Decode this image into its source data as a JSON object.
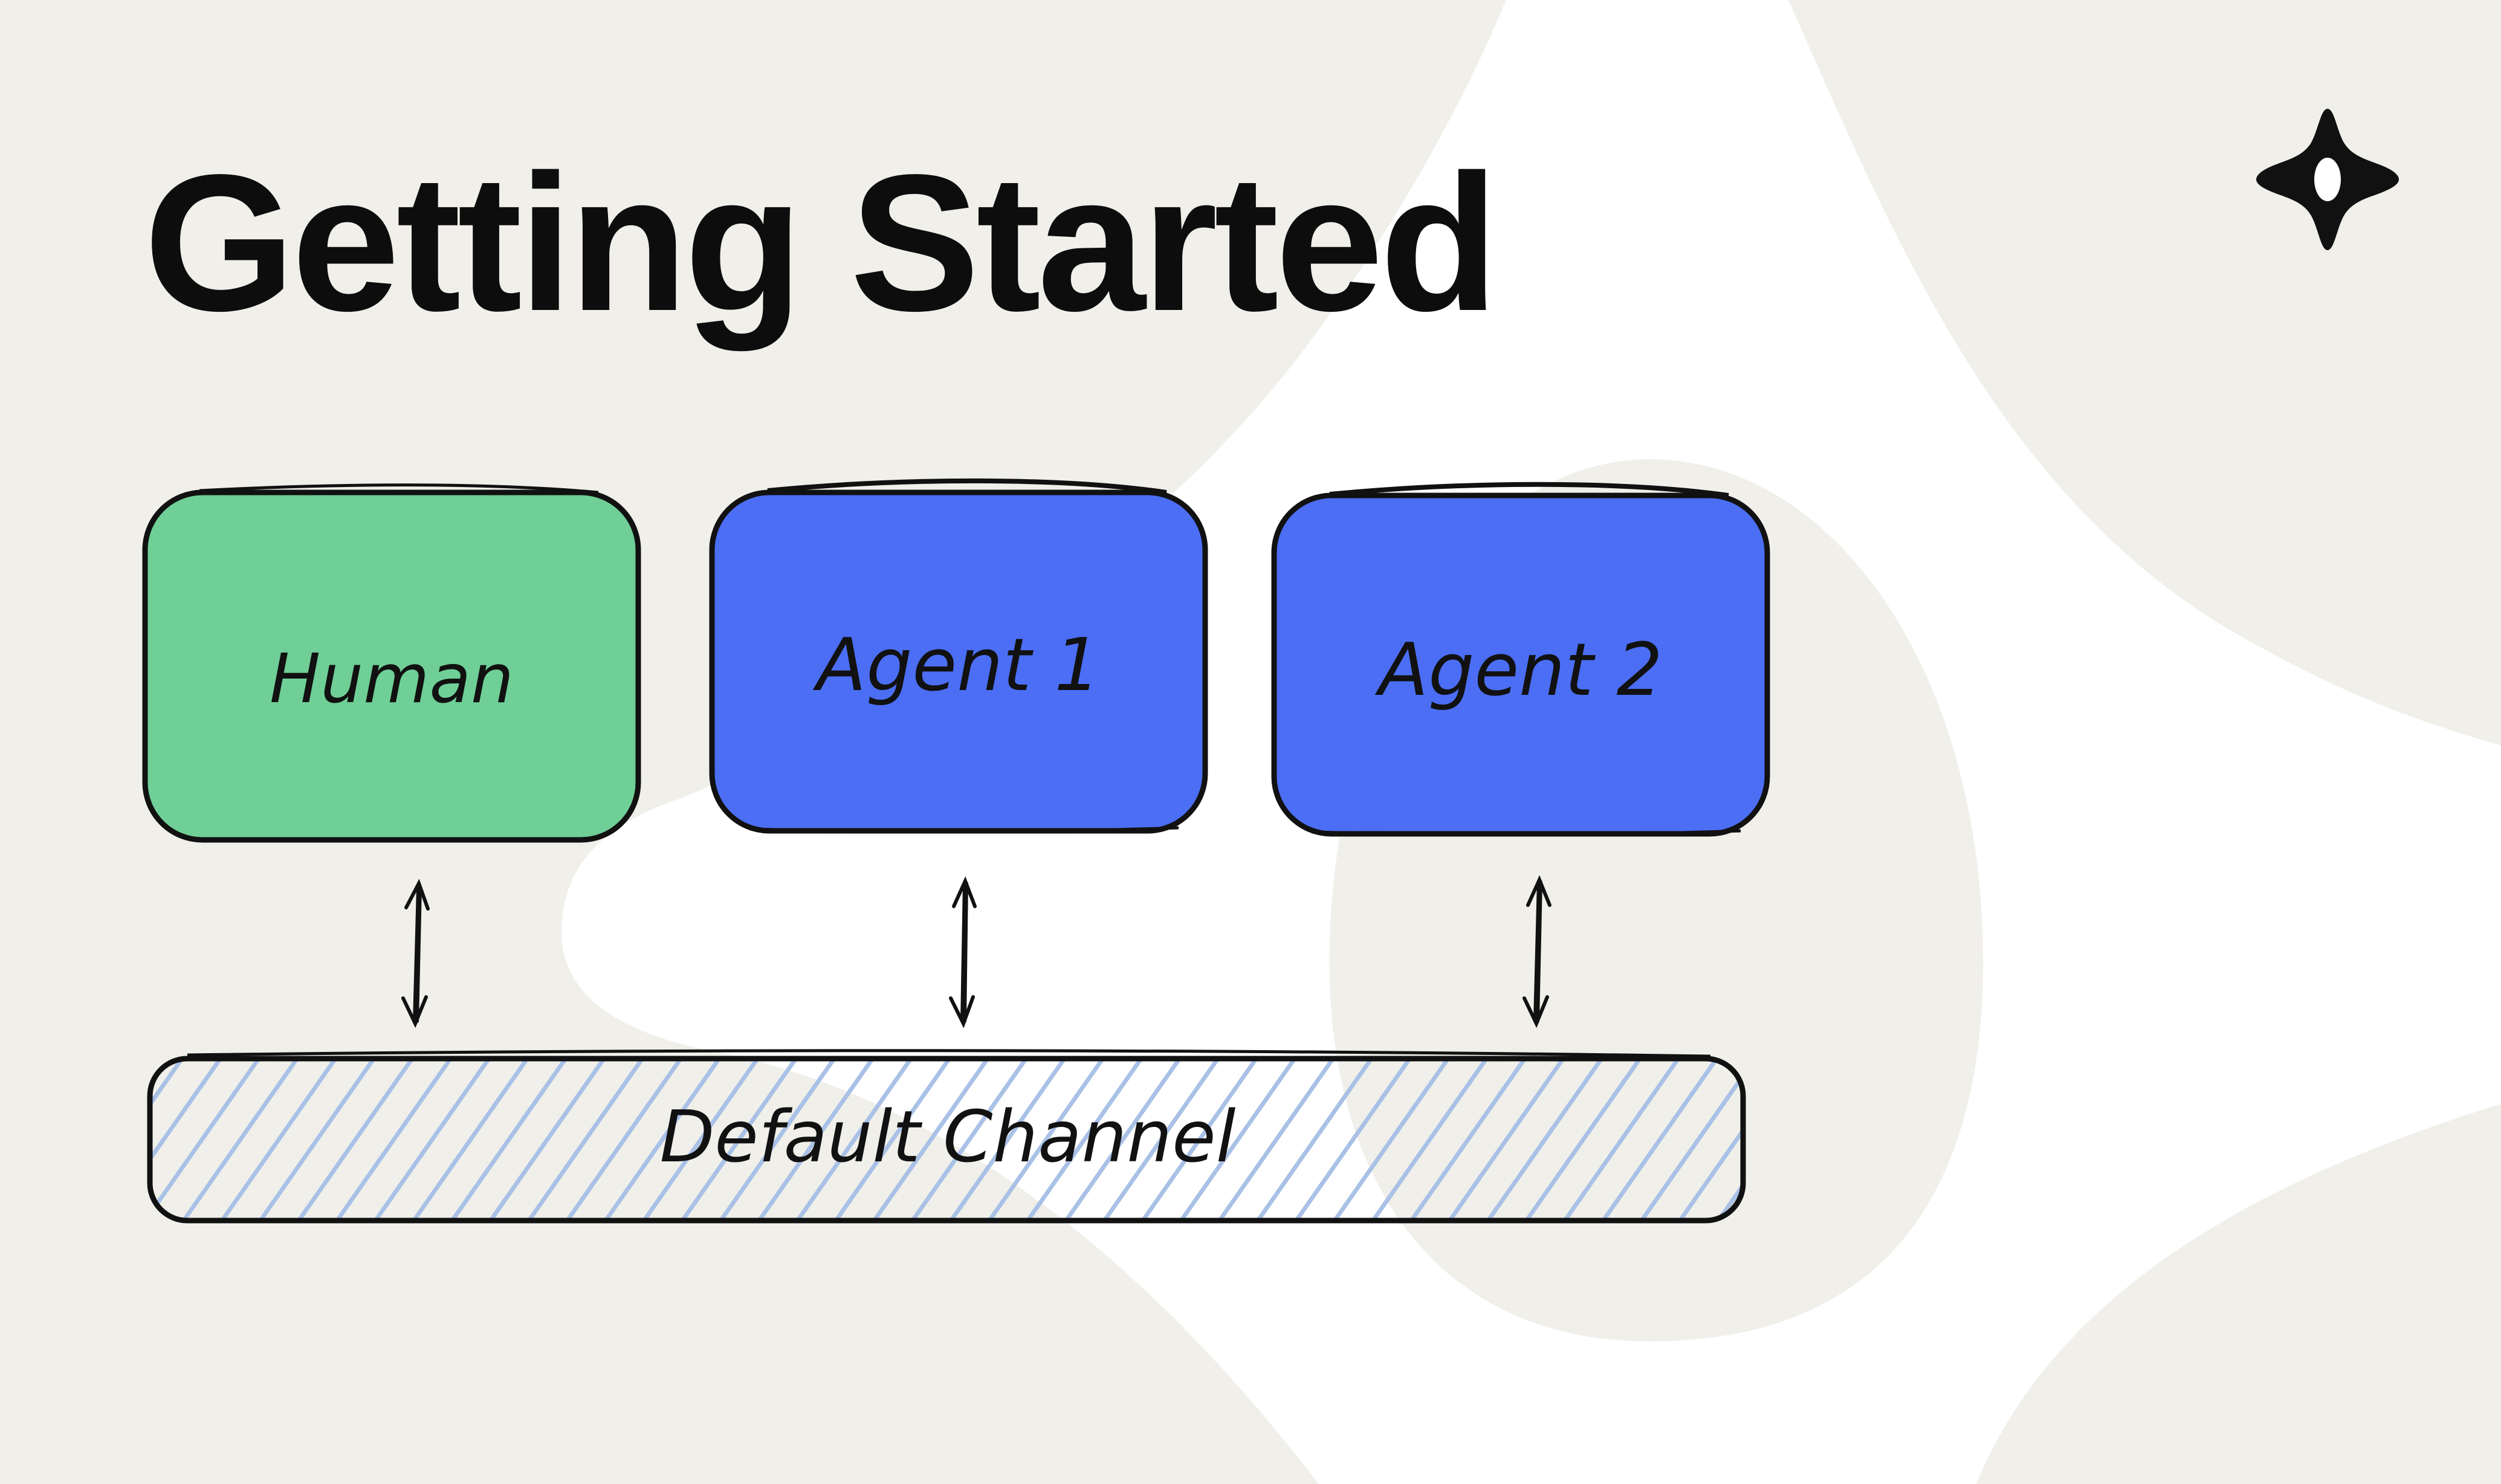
{
  "title": "Getting Started",
  "nodes": [
    {
      "id": "human",
      "label": "Human",
      "color": "#6fcf97"
    },
    {
      "id": "agent1",
      "label": "Agent 1",
      "color": "#4b6ef5"
    },
    {
      "id": "agent2",
      "label": "Agent 2",
      "color": "#4b6ef5"
    }
  ],
  "channel": {
    "label": "Default Channel",
    "hatch_color": "#a9c1e6"
  },
  "edges": [
    {
      "from": "human",
      "to": "channel",
      "direction": "both"
    },
    {
      "from": "agent1",
      "to": "channel",
      "direction": "both"
    },
    {
      "from": "agent2",
      "to": "channel",
      "direction": "both"
    }
  ],
  "colors": {
    "background": "#f0efea",
    "blob": "#ffffff",
    "text": "#0d0d0d"
  },
  "icons": {
    "logo": "sparkle-logo-icon"
  }
}
